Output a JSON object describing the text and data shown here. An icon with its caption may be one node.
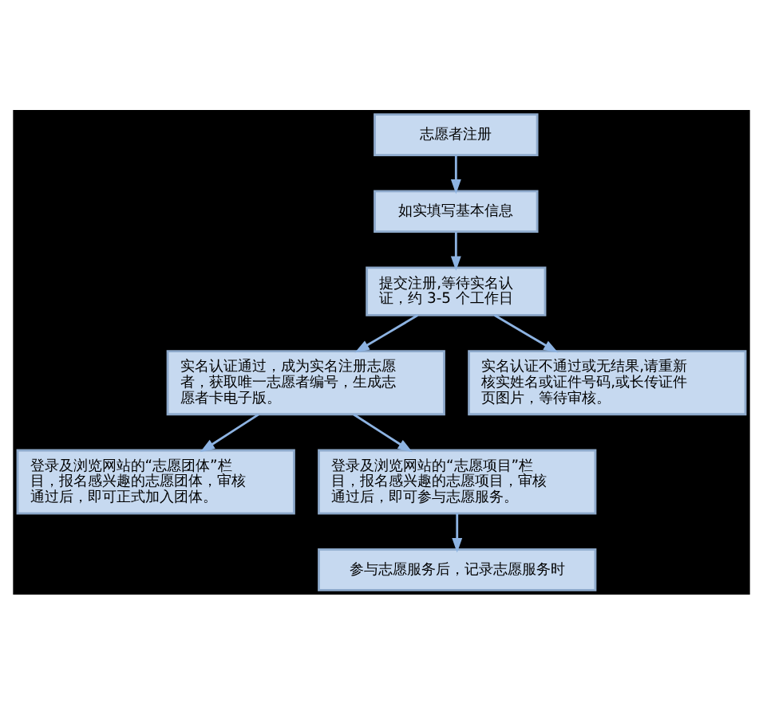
{
  "diagram": {
    "nodes": [
      {
        "text": [
          "志愿者注册"
        ]
      },
      {
        "text": [
          "如实填写基本信息"
        ]
      },
      {
        "text": [
          "提交注册,等待实名认证，约 3-5 个工作日"
        ]
      },
      {
        "text": [
          "实名认证通过，成为实名注册志愿者，获取唯一志愿者编号，生成志愿者卡电子版。"
        ]
      },
      {
        "text": [
          "实名认证不通过或无结果,请重新核实姓名或证件号码,或长传证件页图片，等待审核。"
        ]
      },
      {
        "text": [
          "登录及浏览网站的“志愿团体”栏目，报名感兴趣的志愿团体，审核通过后，即可正式加入团体。"
        ]
      },
      {
        "text": [
          "登录及浏览网站的“志愿项目”栏目，报名感兴趣的志愿项目，审核通过后，即可参与志愿服务。"
        ]
      },
      {
        "text": [
          "参与志愿服务后，记录志愿服务时"
        ]
      }
    ],
    "edges": [
      {
        "from": 0,
        "to": 1,
        "arrow": "to"
      },
      {
        "from": 1,
        "to": 2,
        "arrow": "to"
      },
      {
        "from": 2,
        "to": 3,
        "arrow": "to"
      },
      {
        "from": 2,
        "to": 4,
        "arrow": "to"
      },
      {
        "from": 3,
        "to": 5,
        "arrow": "to"
      },
      {
        "from": 3,
        "to": 6,
        "arrow": "to"
      },
      {
        "from": 6,
        "to": 7,
        "arrow": "to"
      }
    ]
  }
}
